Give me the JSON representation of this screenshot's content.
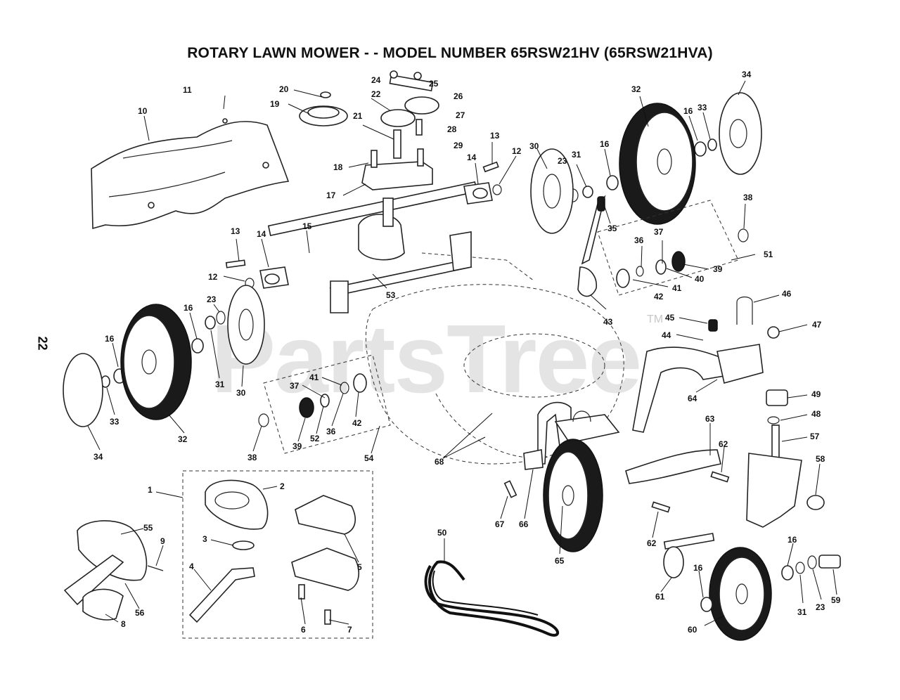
{
  "title": "ROTARY LAWN MOWER - - MODEL NUMBER 65RSW21HV (65RSW21HVA)",
  "page_number": "22",
  "watermark": "PartsTree",
  "watermark_tm": "TM",
  "callouts": [
    {
      "id": "c-11",
      "label": "11"
    },
    {
      "id": "c-20",
      "label": "20"
    },
    {
      "id": "c-19",
      "label": "19"
    },
    {
      "id": "c-10",
      "label": "10"
    },
    {
      "id": "c-24",
      "label": "24"
    },
    {
      "id": "c-25",
      "label": "25"
    },
    {
      "id": "c-22",
      "label": "22"
    },
    {
      "id": "c-26",
      "label": "26"
    },
    {
      "id": "c-27",
      "label": "27"
    },
    {
      "id": "c-21",
      "label": "21"
    },
    {
      "id": "c-28",
      "label": "28"
    },
    {
      "id": "c-29",
      "label": "29"
    },
    {
      "id": "c-18",
      "label": "18"
    },
    {
      "id": "c-17",
      "label": "17"
    },
    {
      "id": "c-13a",
      "label": "13"
    },
    {
      "id": "c-14a",
      "label": "14"
    },
    {
      "id": "c-12a",
      "label": "12"
    },
    {
      "id": "c-30a",
      "label": "30"
    },
    {
      "id": "c-23a",
      "label": "23"
    },
    {
      "id": "c-31a",
      "label": "31"
    },
    {
      "id": "c-16a",
      "label": "16"
    },
    {
      "id": "c-32a",
      "label": "32"
    },
    {
      "id": "c-16b",
      "label": "16"
    },
    {
      "id": "c-33a",
      "label": "33"
    },
    {
      "id": "c-34a",
      "label": "34"
    },
    {
      "id": "c-35",
      "label": "35"
    },
    {
      "id": "c-38a",
      "label": "38"
    },
    {
      "id": "c-37a",
      "label": "37"
    },
    {
      "id": "c-36a",
      "label": "36"
    },
    {
      "id": "c-51",
      "label": "51"
    },
    {
      "id": "c-39a",
      "label": "39"
    },
    {
      "id": "c-40",
      "label": "40"
    },
    {
      "id": "c-41a",
      "label": "41"
    },
    {
      "id": "c-42a",
      "label": "42"
    },
    {
      "id": "c-43",
      "label": "43"
    },
    {
      "id": "c-13b",
      "label": "13"
    },
    {
      "id": "c-14b",
      "label": "14"
    },
    {
      "id": "c-15",
      "label": "15"
    },
    {
      "id": "c-12b",
      "label": "12"
    },
    {
      "id": "c-53",
      "label": "53"
    },
    {
      "id": "c-16c",
      "label": "16"
    },
    {
      "id": "c-23b",
      "label": "23"
    },
    {
      "id": "c-16d",
      "label": "16"
    },
    {
      "id": "c-31b",
      "label": "31"
    },
    {
      "id": "c-30b",
      "label": "30"
    },
    {
      "id": "c-33b",
      "label": "33"
    },
    {
      "id": "c-32b",
      "label": "32"
    },
    {
      "id": "c-34b",
      "label": "34"
    },
    {
      "id": "c-37b",
      "label": "37"
    },
    {
      "id": "c-41b",
      "label": "41"
    },
    {
      "id": "c-38b",
      "label": "38"
    },
    {
      "id": "c-39b",
      "label": "39"
    },
    {
      "id": "c-52",
      "label": "52"
    },
    {
      "id": "c-36b",
      "label": "36"
    },
    {
      "id": "c-42b",
      "label": "42"
    },
    {
      "id": "c-54",
      "label": "54"
    },
    {
      "id": "c-46",
      "label": "46"
    },
    {
      "id": "c-45",
      "label": "45"
    },
    {
      "id": "c-47",
      "label": "47"
    },
    {
      "id": "c-44",
      "label": "44"
    },
    {
      "id": "c-64",
      "label": "64"
    },
    {
      "id": "c-49",
      "label": "49"
    },
    {
      "id": "c-48",
      "label": "48"
    },
    {
      "id": "c-57",
      "label": "57"
    },
    {
      "id": "c-63",
      "label": "63"
    },
    {
      "id": "c-62a",
      "label": "62"
    },
    {
      "id": "c-58",
      "label": "58"
    },
    {
      "id": "c-68",
      "label": "68"
    },
    {
      "id": "c-1",
      "label": "1"
    },
    {
      "id": "c-2",
      "label": "2"
    },
    {
      "id": "c-3",
      "label": "3"
    },
    {
      "id": "c-4",
      "label": "4"
    },
    {
      "id": "c-5",
      "label": "5"
    },
    {
      "id": "c-6",
      "label": "6"
    },
    {
      "id": "c-7",
      "label": "7"
    },
    {
      "id": "c-55",
      "label": "55"
    },
    {
      "id": "c-9",
      "label": "9"
    },
    {
      "id": "c-56",
      "label": "56"
    },
    {
      "id": "c-8",
      "label": "8"
    },
    {
      "id": "c-50",
      "label": "50"
    },
    {
      "id": "c-67",
      "label": "67"
    },
    {
      "id": "c-66",
      "label": "66"
    },
    {
      "id": "c-65",
      "label": "65"
    },
    {
      "id": "c-62b",
      "label": "62"
    },
    {
      "id": "c-61",
      "label": "61"
    },
    {
      "id": "c-16e",
      "label": "16"
    },
    {
      "id": "c-16f",
      "label": "16"
    },
    {
      "id": "c-31c",
      "label": "31"
    },
    {
      "id": "c-23c",
      "label": "23"
    },
    {
      "id": "c-59",
      "label": "59"
    },
    {
      "id": "c-60",
      "label": "60"
    }
  ]
}
